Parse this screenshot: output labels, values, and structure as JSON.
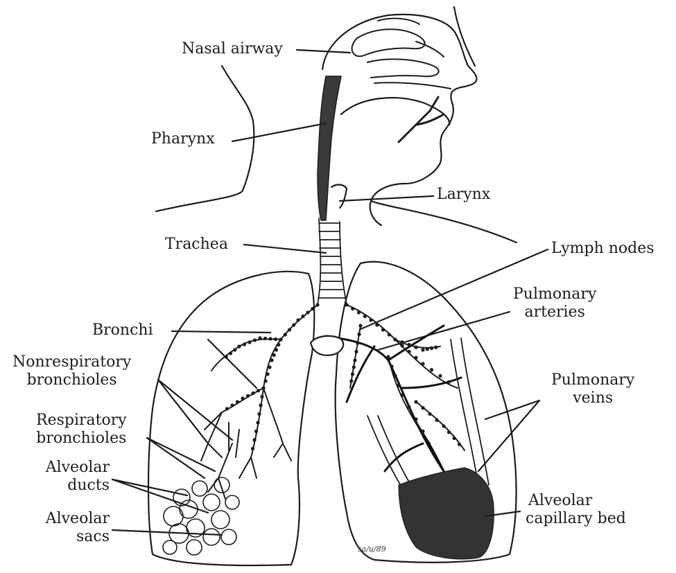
{
  "labels": {
    "nasal_airway": "Nasal airway",
    "pharynx": "Pharynx",
    "larynx": "Larynx",
    "trachea": "Trachea",
    "lymph_nodes": "Lymph nodes",
    "pulmonary_arteries": [
      "Pulmonary",
      "arteries"
    ],
    "bronchi": "Bronchi",
    "nonrespiratory_bronchioles": [
      "Nonrespiratory",
      "bronchioles"
    ],
    "pulmonary_veins": [
      "Pulmonary",
      "veins"
    ],
    "respiratory_bronchioles": [
      "Respiratory",
      "bronchioles"
    ],
    "alveolar_ducts": [
      "Alveolar",
      "ducts"
    ],
    "alveolar_capillary_bed": [
      "Alveolar",
      "capillary bed"
    ],
    "alveolar_sacs": [
      "Alveolar",
      "sacs"
    ]
  },
  "signature": "sa/u/89",
  "colors": {
    "ink": "#1c1c1c",
    "background": "#ffffff"
  }
}
